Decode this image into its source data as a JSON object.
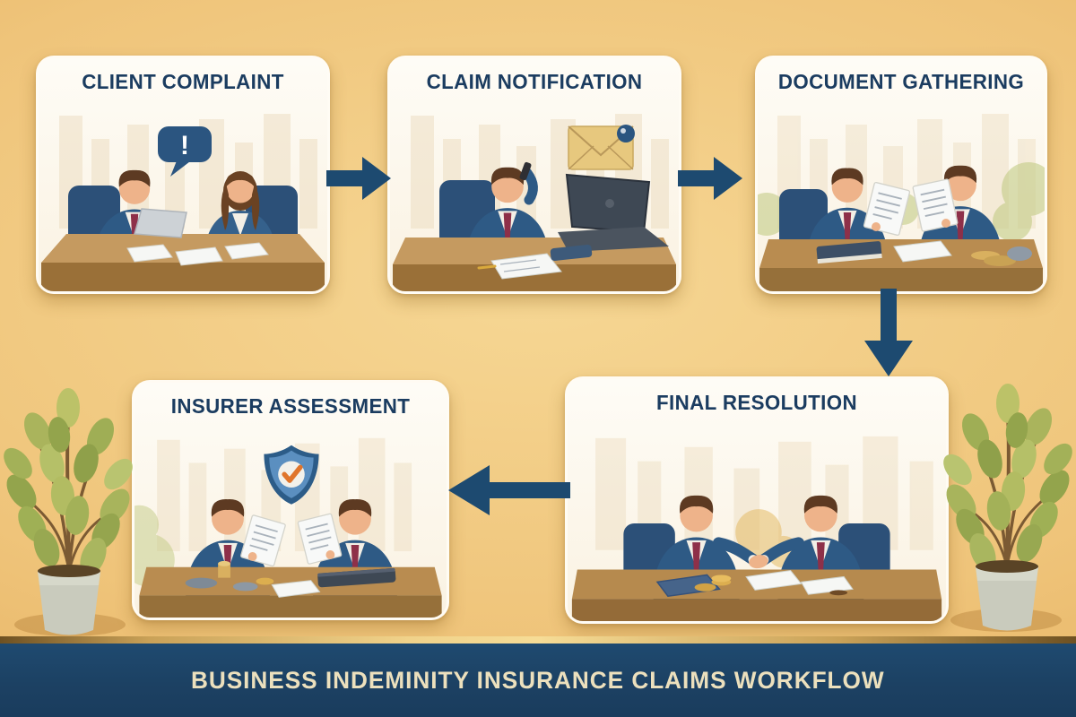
{
  "banner": {
    "title": "BUSINESS INDEMINITY INSURANCE CLAIMS WORKFLOW"
  },
  "workflow": {
    "exclamation_mark": "!",
    "steps": [
      {
        "title": "CLIENT COMPLAINT",
        "illustration": "client-agent-complaint-discussion"
      },
      {
        "title": "CLAIM NOTIFICATION",
        "illustration": "agent-phone-call-laptop-email"
      },
      {
        "title": "DOCUMENT GATHERING",
        "illustration": "agents-reviewing-documents"
      },
      {
        "title": "INSURER ASSESSMENT",
        "illustration": "agents-shield-checkmark-review"
      },
      {
        "title": "FINAL RESOLUTION",
        "illustration": "businessmen-handshake-agreement"
      }
    ],
    "connections": [
      {
        "from": "CLIENT COMPLAINT",
        "to": "CLAIM NOTIFICATION",
        "direction": "right"
      },
      {
        "from": "CLAIM NOTIFICATION",
        "to": "DOCUMENT GATHERING",
        "direction": "right"
      },
      {
        "from": "DOCUMENT GATHERING",
        "to": "FINAL RESOLUTION",
        "direction": "down"
      },
      {
        "from": "FINAL RESOLUTION",
        "to": "INSURER ASSESSMENT",
        "direction": "left"
      }
    ]
  },
  "colors": {
    "background_gold": "#efc47a",
    "panel_cream": "#fdf9f0",
    "title_navy": "#1b3c60",
    "arrow_navy": "#1d4a70",
    "banner_navy": "#1d4568",
    "banner_text": "#ece0bd",
    "gold_divider": "#f0d28a",
    "suit_blue": "#2e5a85",
    "tie_maroon": "#8e3049",
    "shield_blue": "#4d82b8",
    "check_orange": "#e0752b",
    "envelope_tan": "#e7c87e",
    "desk_brown": "#b98c50"
  }
}
